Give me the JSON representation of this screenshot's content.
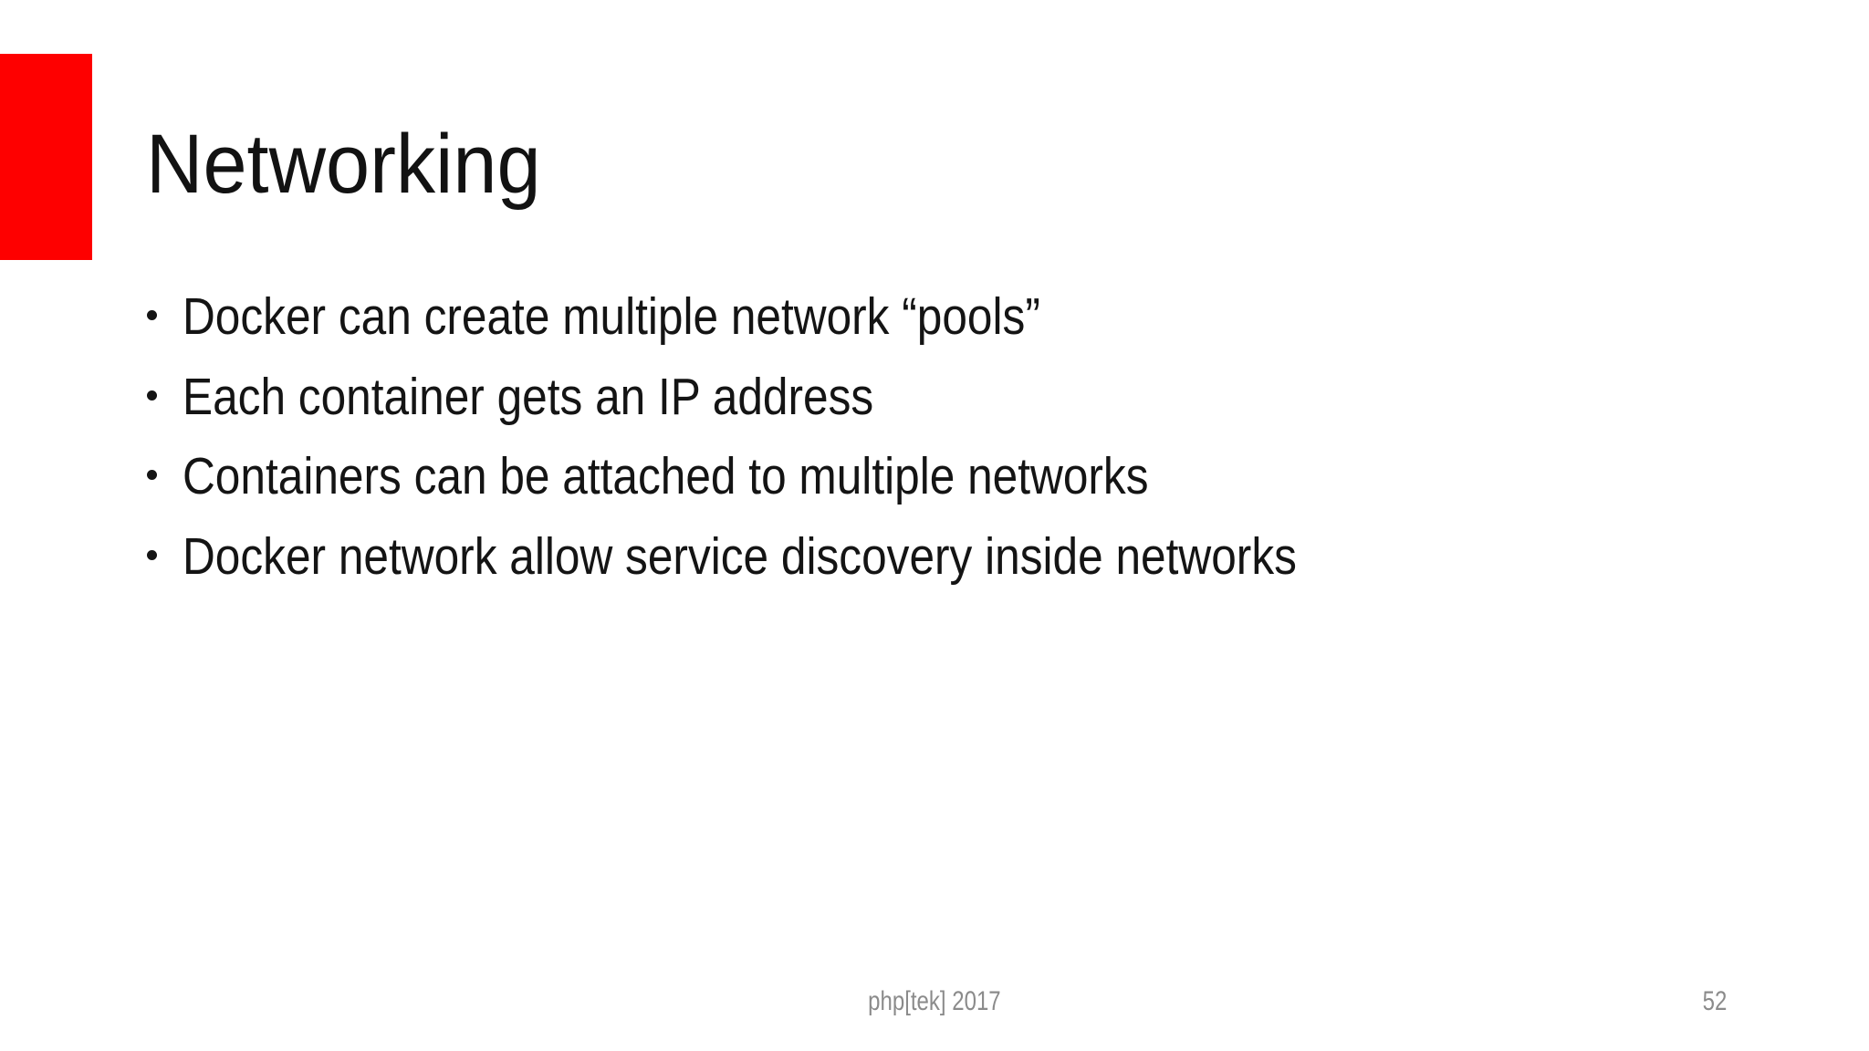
{
  "slide": {
    "title": "Networking",
    "bullets": [
      "Docker can create multiple network “pools”",
      "Each container gets an IP address",
      "Containers can be attached to multiple networks",
      "Docker network allow service discovery inside networks"
    ],
    "footer": {
      "event_label": "php[tek] 2017",
      "page_number": "52"
    },
    "colors": {
      "accent_bar": "#fe0000",
      "body_text": "#141414",
      "footer_text": "#8b8b8b",
      "background": "#ffffff"
    }
  }
}
